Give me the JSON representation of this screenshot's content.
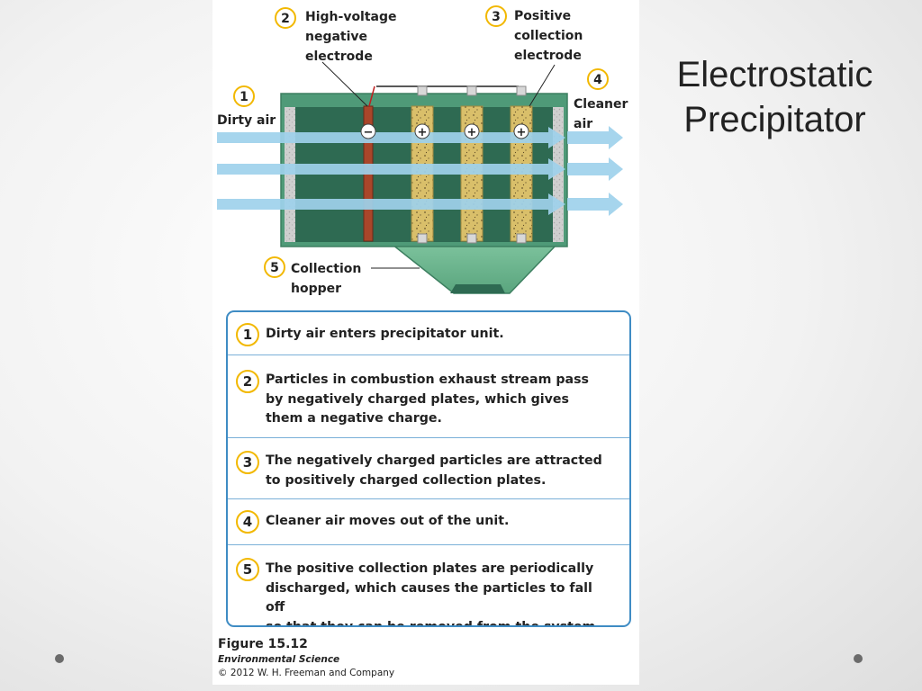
{
  "slide": {
    "title_lines": [
      "Electrostatic",
      "Precipitator"
    ]
  },
  "diagram": {
    "labels": {
      "dirty_air": "Dirty air",
      "electrode_lines": [
        "High-voltage",
        "negative",
        "electrode"
      ],
      "collection_lines": [
        "Positive",
        "collection",
        "electrode"
      ],
      "cleaner_lines": [
        "Cleaner",
        "air"
      ],
      "hopper_lines": [
        "Collection",
        "hopper"
      ]
    },
    "markers": {
      "one": "1",
      "two": "2",
      "three": "3",
      "four": "4",
      "five": "5"
    },
    "charges": {
      "negative": "−",
      "positive": "+"
    },
    "colors": {
      "housing": "#4f9a78",
      "interior": "#2e6a52",
      "plate": "#d9bf6a",
      "negative_plate": "#a9462a",
      "arrow": "#9fd2ec",
      "marker_ring": "#f2b800"
    }
  },
  "steps": [
    {
      "number": "1",
      "lines": [
        "Dirty air enters precipitator unit."
      ]
    },
    {
      "number": "2",
      "lines": [
        "Particles in combustion exhaust stream pass",
        "by negatively charged plates, which gives",
        "them a negative charge."
      ]
    },
    {
      "number": "3",
      "lines": [
        "The negatively charged particles are attracted",
        "to positively charged collection plates."
      ]
    },
    {
      "number": "4",
      "lines": [
        "Cleaner air moves out of the unit."
      ]
    },
    {
      "number": "5",
      "lines": [
        "The positive collection plates are periodically",
        "discharged, which causes the particles to fall off",
        "so that they can be removed from the system."
      ]
    }
  ],
  "caption": {
    "figure": "Figure 15.12",
    "book": "Environmental Science",
    "copyright": "© 2012 W. H. Freeman and Company"
  }
}
